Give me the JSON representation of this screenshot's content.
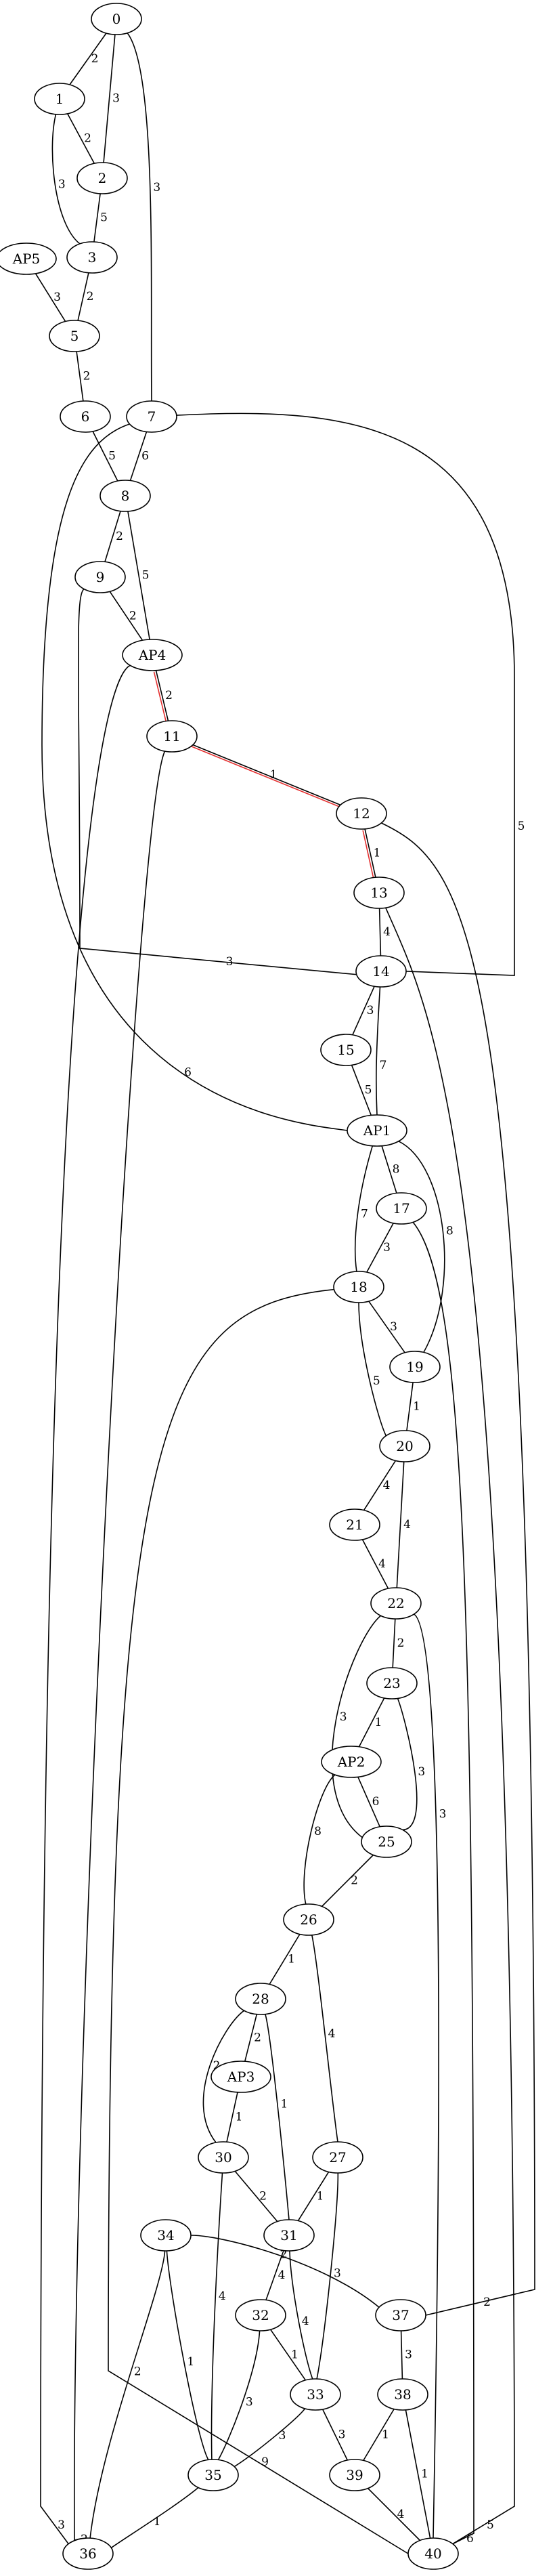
{
  "graph": {
    "nodes": [
      {
        "id": "0",
        "label": "0"
      },
      {
        "id": "1",
        "label": "1"
      },
      {
        "id": "2",
        "label": "2"
      },
      {
        "id": "AP5",
        "label": "AP5"
      },
      {
        "id": "3",
        "label": "3"
      },
      {
        "id": "5",
        "label": "5"
      },
      {
        "id": "6",
        "label": "6"
      },
      {
        "id": "7",
        "label": "7"
      },
      {
        "id": "8",
        "label": "8"
      },
      {
        "id": "9",
        "label": "9"
      },
      {
        "id": "AP4",
        "label": "AP4"
      },
      {
        "id": "11",
        "label": "11"
      },
      {
        "id": "12",
        "label": "12"
      },
      {
        "id": "13",
        "label": "13"
      },
      {
        "id": "14",
        "label": "14"
      },
      {
        "id": "15",
        "label": "15"
      },
      {
        "id": "AP1",
        "label": "AP1"
      },
      {
        "id": "17",
        "label": "17"
      },
      {
        "id": "18",
        "label": "18"
      },
      {
        "id": "19",
        "label": "19"
      },
      {
        "id": "20",
        "label": "20"
      },
      {
        "id": "21",
        "label": "21"
      },
      {
        "id": "22",
        "label": "22"
      },
      {
        "id": "23",
        "label": "23"
      },
      {
        "id": "AP2",
        "label": "AP2"
      },
      {
        "id": "25",
        "label": "25"
      },
      {
        "id": "26",
        "label": "26"
      },
      {
        "id": "28",
        "label": "28"
      },
      {
        "id": "AP3",
        "label": "AP3"
      },
      {
        "id": "30",
        "label": "30"
      },
      {
        "id": "27",
        "label": "27"
      },
      {
        "id": "34",
        "label": "34"
      },
      {
        "id": "31",
        "label": "31"
      },
      {
        "id": "37",
        "label": "37"
      },
      {
        "id": "32",
        "label": "32"
      },
      {
        "id": "33",
        "label": "33"
      },
      {
        "id": "38",
        "label": "38"
      },
      {
        "id": "35",
        "label": "35"
      },
      {
        "id": "39",
        "label": "39"
      },
      {
        "id": "36",
        "label": "36"
      },
      {
        "id": "40",
        "label": "40"
      }
    ],
    "edges": [
      {
        "from": "0",
        "to": "1",
        "weight": "2"
      },
      {
        "from": "0",
        "to": "2",
        "weight": "3"
      },
      {
        "from": "0",
        "to": "7",
        "weight": "3"
      },
      {
        "from": "1",
        "to": "2",
        "weight": "2"
      },
      {
        "from": "1",
        "to": "3",
        "weight": "3"
      },
      {
        "from": "2",
        "to": "3",
        "weight": "5"
      },
      {
        "from": "AP5",
        "to": "5",
        "weight": "3"
      },
      {
        "from": "3",
        "to": "5",
        "weight": "2"
      },
      {
        "from": "5",
        "to": "6",
        "weight": "2"
      },
      {
        "from": "6",
        "to": "8",
        "weight": "5"
      },
      {
        "from": "7",
        "to": "8",
        "weight": "6"
      },
      {
        "from": "7",
        "to": "AP1",
        "weight": "6"
      },
      {
        "from": "7",
        "to": "14",
        "weight": "5"
      },
      {
        "from": "8",
        "to": "9",
        "weight": "2"
      },
      {
        "from": "8",
        "to": "AP4",
        "weight": "5"
      },
      {
        "from": "9",
        "to": "AP4",
        "weight": "2"
      },
      {
        "from": "9",
        "to": "14",
        "weight": "3"
      },
      {
        "from": "AP4",
        "to": "11",
        "weight": "2",
        "highlight": true
      },
      {
        "from": "AP4",
        "to": "36",
        "weight": "3"
      },
      {
        "from": "11",
        "to": "12",
        "weight": "1",
        "highlight": true
      },
      {
        "from": "11",
        "to": "36",
        "weight": "2"
      },
      {
        "from": "12",
        "to": "13",
        "weight": "1",
        "highlight": true
      },
      {
        "from": "12",
        "to": "37",
        "weight": "2"
      },
      {
        "from": "13",
        "to": "14",
        "weight": "4"
      },
      {
        "from": "13",
        "to": "40",
        "weight": "5"
      },
      {
        "from": "14",
        "to": "15",
        "weight": "3"
      },
      {
        "from": "14",
        "to": "AP1",
        "weight": "7"
      },
      {
        "from": "15",
        "to": "AP1",
        "weight": "5"
      },
      {
        "from": "AP1",
        "to": "17",
        "weight": "8"
      },
      {
        "from": "AP1",
        "to": "18",
        "weight": "7"
      },
      {
        "from": "AP1",
        "to": "19",
        "weight": "8"
      },
      {
        "from": "17",
        "to": "18",
        "weight": "3"
      },
      {
        "from": "17",
        "to": "40",
        "weight": "6"
      },
      {
        "from": "18",
        "to": "19",
        "weight": "3"
      },
      {
        "from": "18",
        "to": "20",
        "weight": "5"
      },
      {
        "from": "18",
        "to": "40",
        "weight": "9"
      },
      {
        "from": "19",
        "to": "20",
        "weight": "1"
      },
      {
        "from": "20",
        "to": "21",
        "weight": "4"
      },
      {
        "from": "20",
        "to": "22",
        "weight": "4"
      },
      {
        "from": "21",
        "to": "22",
        "weight": "4"
      },
      {
        "from": "22",
        "to": "23",
        "weight": "2"
      },
      {
        "from": "22",
        "to": "25",
        "weight": "3"
      },
      {
        "from": "22",
        "to": "40",
        "weight": "3"
      },
      {
        "from": "23",
        "to": "AP2",
        "weight": "1"
      },
      {
        "from": "23",
        "to": "25",
        "weight": "3"
      },
      {
        "from": "AP2",
        "to": "25",
        "weight": "6"
      },
      {
        "from": "AP2",
        "to": "26",
        "weight": "8"
      },
      {
        "from": "25",
        "to": "26",
        "weight": "2"
      },
      {
        "from": "26",
        "to": "28",
        "weight": "1"
      },
      {
        "from": "26",
        "to": "27",
        "weight": "4"
      },
      {
        "from": "28",
        "to": "AP3",
        "weight": "2"
      },
      {
        "from": "28",
        "to": "30",
        "weight": "2"
      },
      {
        "from": "28",
        "to": "31",
        "weight": "1"
      },
      {
        "from": "AP3",
        "to": "30",
        "weight": "1"
      },
      {
        "from": "30",
        "to": "31",
        "weight": "2"
      },
      {
        "from": "30",
        "to": "35",
        "weight": "4"
      },
      {
        "from": "27",
        "to": "31",
        "weight": "1"
      },
      {
        "from": "27",
        "to": "33",
        "weight": "3"
      },
      {
        "from": "34",
        "to": "37",
        "weight": "2"
      },
      {
        "from": "34",
        "to": "35",
        "weight": "1"
      },
      {
        "from": "34",
        "to": "36",
        "weight": "2"
      },
      {
        "from": "31",
        "to": "32",
        "weight": "4"
      },
      {
        "from": "31",
        "to": "33",
        "weight": "4"
      },
      {
        "from": "32",
        "to": "33",
        "weight": "1"
      },
      {
        "from": "32",
        "to": "35",
        "weight": "3"
      },
      {
        "from": "33",
        "to": "35",
        "weight": "3"
      },
      {
        "from": "33",
        "to": "39",
        "weight": "3"
      },
      {
        "from": "37",
        "to": "38",
        "weight": "3"
      },
      {
        "from": "38",
        "to": "39",
        "weight": "1"
      },
      {
        "from": "38",
        "to": "40",
        "weight": "1"
      },
      {
        "from": "39",
        "to": "40",
        "weight": "4"
      },
      {
        "from": "35",
        "to": "36",
        "weight": "1"
      }
    ]
  },
  "colors": {
    "edge": "#000000",
    "highlight_edge": "#e53030",
    "node_fill": "#ffffff",
    "node_stroke": "#000000",
    "background": "#ffffff"
  }
}
